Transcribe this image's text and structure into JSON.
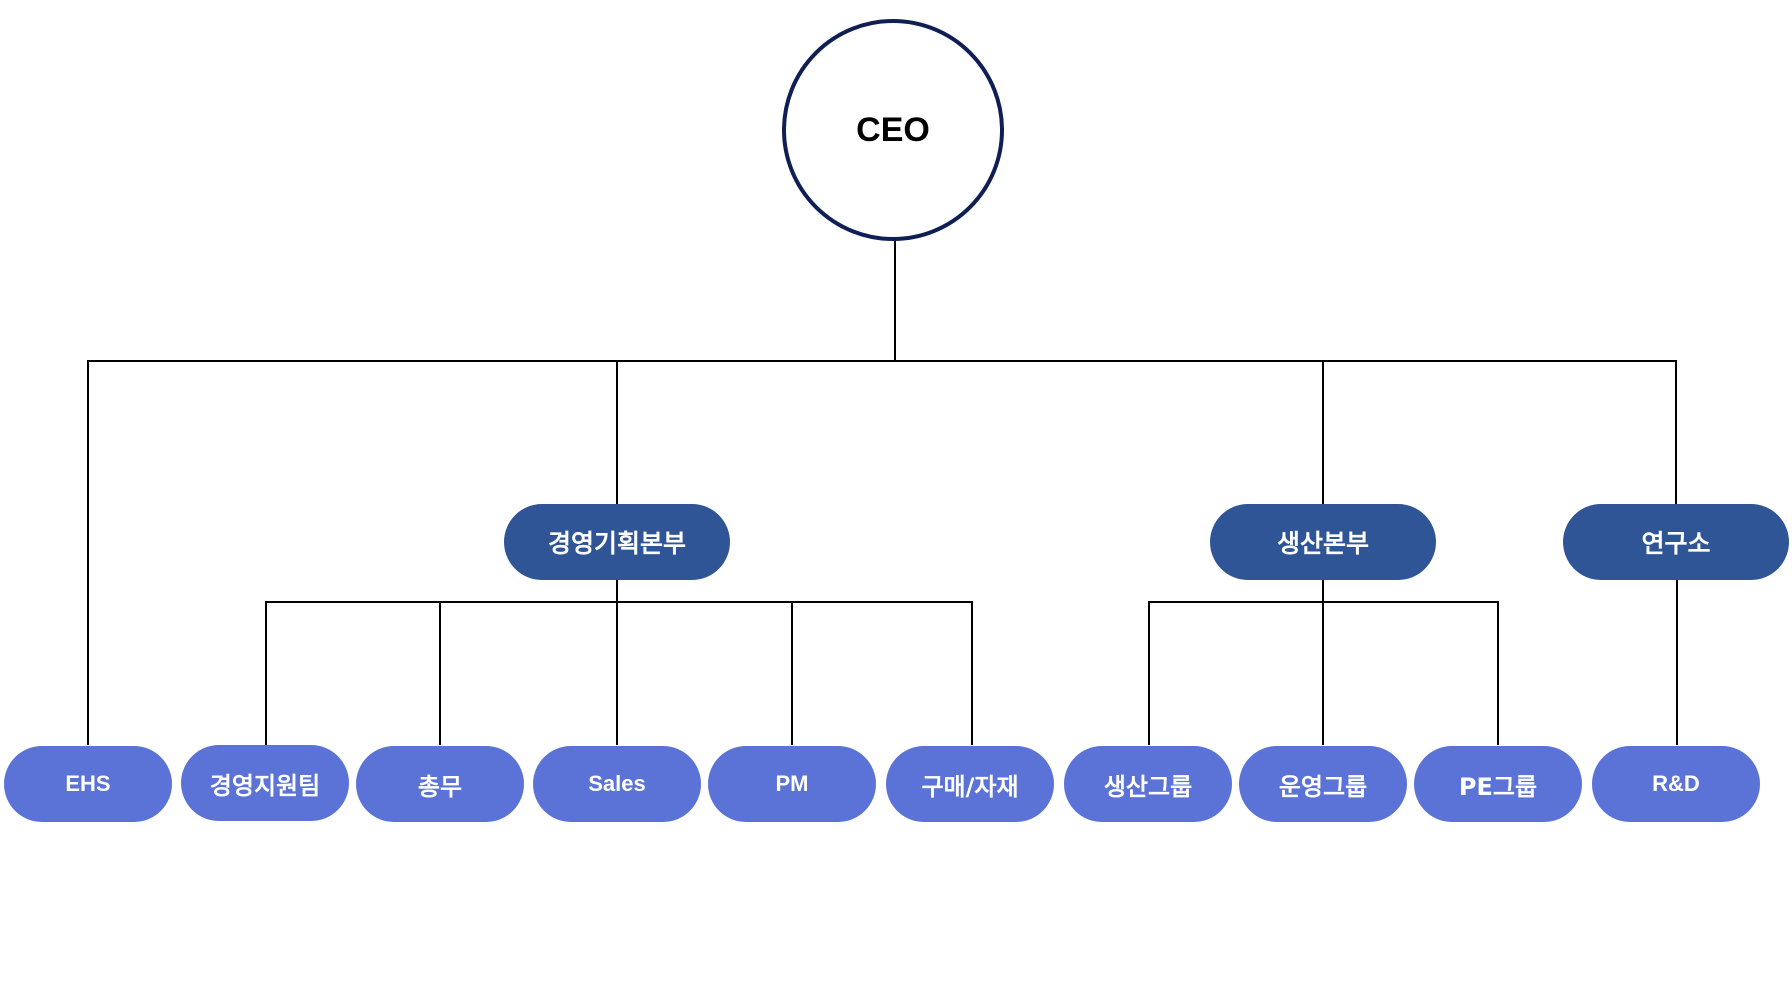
{
  "ceo": {
    "label": "CEO"
  },
  "divisions": {
    "management_planning": "경영기획본부",
    "production": "생산본부",
    "research": "연구소"
  },
  "teams": {
    "ehs": "EHS",
    "management_support": "경영지원팀",
    "general_affairs": "총무",
    "sales": "Sales",
    "pm": "PM",
    "purchasing": "구매/자재",
    "production_group": "생산그룹",
    "operations_group": "운영그룹",
    "pe_group": "PE그룹",
    "rnd": "R&D"
  },
  "colors": {
    "ceo_border": "#0f1f54",
    "division_fill": "#2f5597",
    "team_fill": "#5b72d7",
    "connector": "#000000"
  }
}
